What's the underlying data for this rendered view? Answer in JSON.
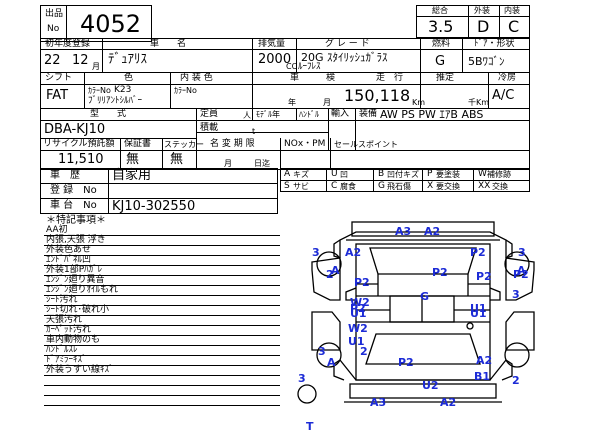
{
  "header": {
    "lot_label_1": "出品",
    "lot_label_2": "No",
    "lot_number": "4052",
    "score_label": "総合",
    "score": "3.5",
    "exterior_label": "外装",
    "exterior": "D",
    "interior_label": "内装",
    "interior": "C"
  },
  "row1": {
    "reg_label": "初年度登録",
    "car_label": "車　　名",
    "disp_label": "排気量",
    "grade_label": "グ レ ー ド",
    "fuel_label": "燃料",
    "doors_label": "ﾄﾞｱ・形状",
    "year": "22",
    "month": "12",
    "month_unit": "月",
    "car_name": "ﾃﾞｭｱﾘｽ",
    "displacement": "2000",
    "cc": "CC",
    "grade": "20G ｽﾀｲﾘｯｼｭｶﾞﾗｽ",
    "grade2": "ﾙｰﾌﾚｽ",
    "fuel": "G",
    "body": "5Bﾜｺﾞﾝ"
  },
  "row2": {
    "shift_label": "シフト",
    "color_label": "色",
    "int_label": "内 装 色",
    "inspection_label": "車　　　検",
    "mileage_label": "走　行",
    "estimate_label": "推定",
    "ac_label": "冷房",
    "shift": "FAT",
    "color_no_label": "ｶﾗｰNo",
    "color_no": "K23",
    "color_name": "ﾌﾞﾘﾘｱﾝﾄｼﾙﾊﾞｰ",
    "int_color_no_label": "ｶﾗｰNo",
    "year_unit": "年",
    "month_unit": "月",
    "mileage": "150,118",
    "km": "Km",
    "thousand_km": "千Km",
    "ac": "A/C"
  },
  "row3": {
    "type_label": "型　　式",
    "capacity_label": "定員",
    "capacity_unit": "人",
    "model_label": "ﾓﾃﾞﾙ年",
    "handle_label": "ﾊﾝﾄﾞﾙ",
    "import_label": "輸入",
    "equip_label": "装備",
    "equipment": "AW PS PW ｴｱB ABS",
    "type": "DBA-KJ10",
    "load_label": "積載",
    "load_unit": "t"
  },
  "row4": {
    "recycle_label": "リサイクル預託額",
    "warranty_label": "保証書",
    "sticker_label": "ステッカー",
    "name_change_label": "名 変 期 限",
    "nox_label": "NOx・PM",
    "sales_label": "セールスポイント",
    "recycle": "11,510",
    "warranty": "無",
    "sticker": "無",
    "month_unit": "月",
    "day_unit": "日迄"
  },
  "history": {
    "label": "車　歴",
    "value": "自家用",
    "reg_no_label": "登 録　No",
    "chassis_label": "車 台　No",
    "chassis": "KJ10-302550"
  },
  "legend": [
    {
      "code": "A",
      "text": "キズ"
    },
    {
      "code": "U",
      "text": "凹"
    },
    {
      "code": "B",
      "text": "凹付キズ"
    },
    {
      "code": "P",
      "text": "要塗装"
    },
    {
      "code": "W",
      "text": "補修跡"
    },
    {
      "code": "S",
      "text": "サビ"
    },
    {
      "code": "C",
      "text": "腐食"
    },
    {
      "code": "G",
      "text": "飛石傷"
    },
    {
      "code": "X",
      "text": "要交換"
    },
    {
      "code": "XX",
      "text": "交換"
    }
  ],
  "notes": {
    "title": "＊特記事項＊",
    "items": [
      "AA初",
      "内張,天張 浮き",
      "外装色あせ",
      "ｴﾝﾄﾞﾊﾟﾈﾙ凹",
      "外装1部Pﾊｶﾞﾚ",
      "ｴﾝｼﾞﾝ廻り異音",
      "ｴﾝｼﾞﾝ廻りｵｲﾙもれ",
      "ｼｰﾄ汚れ",
      "ｼｰﾄ切れ･破れ小",
      "天張汚れ",
      "ｶｰﾍﾟｯﾄ汚れ",
      "車内動物のも",
      "ﾊﾝﾄﾞﾙｽﾚ",
      "ﾄﾞｱﾐﾗｰｷｽﾞ",
      "外装うすい線ｷｽﾞ"
    ]
  },
  "damage_marks": [
    "A3",
    "A2",
    "3",
    "A2",
    "P2",
    "3",
    "P2",
    "2",
    "2",
    "A",
    "P2",
    "A",
    "3",
    "P2",
    "G",
    "W2",
    "U1",
    "U1",
    "U1",
    "W2",
    "U1",
    "2",
    "3",
    "A",
    "P2",
    "A2",
    "U2",
    "B1",
    "2",
    "A3",
    "A",
    "2",
    "T"
  ],
  "colors": {
    "mark_blue": "#1c2bd6",
    "line": "#000000"
  }
}
